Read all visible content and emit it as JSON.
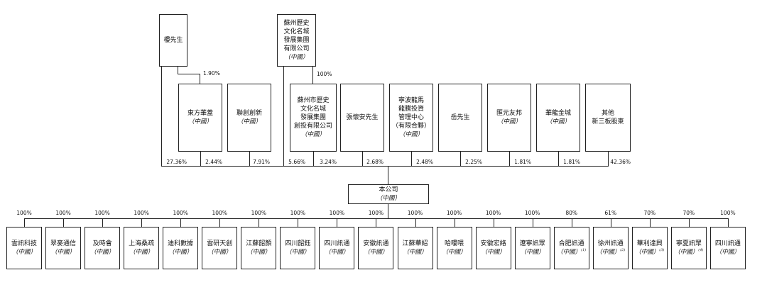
{
  "top": {
    "mr_lou": "樓先生",
    "suzhou_group": {
      "name": "蘇州歷史\n文化名城\n發展集團\n有限公司",
      "sub": "（中國）"
    }
  },
  "pct_top": {
    "mr_lou_to_dongfang": "1.90%",
    "group_to_chuangtou": "100%"
  },
  "shareholders": [
    {
      "name": "東方華蓋",
      "sub": "（中國）",
      "pct": "2.44%"
    },
    {
      "name": "聯創創新",
      "sub": "（中國）",
      "pct": "7.91%"
    },
    {
      "name": "蘇州市歷史\n文化名城\n發展集團\n創投有限公司",
      "sub": "（中國）",
      "pct": "3.24%"
    },
    {
      "name": "張懷安先生",
      "sub": "",
      "pct": "2.68%"
    },
    {
      "name": "寧波龍馬\n龍騰投資\n管理中心\n（有限合夥）",
      "sub": "（中國）",
      "pct": "2.48%"
    },
    {
      "name": "岳先生",
      "sub": "",
      "pct": "2.25%"
    },
    {
      "name": "匯元友邦",
      "sub": "（中國）",
      "pct": "1.81%"
    },
    {
      "name": "華龍金城",
      "sub": "（中國）",
      "pct": "1.81%"
    },
    {
      "name": "其他\n新三板股東",
      "sub": "",
      "pct": "42.36%"
    }
  ],
  "pct_direct": {
    "mr_lou": "27.36%",
    "suzhou_group": "5.66%"
  },
  "company": {
    "name": "本公司",
    "sub": "（中國）"
  },
  "subsidiaries": [
    {
      "name": "雲訊科技",
      "sub": "（中國）",
      "note": "",
      "pct": "100%"
    },
    {
      "name": "翠麥通信",
      "sub": "（中國）",
      "note": "",
      "pct": "100%"
    },
    {
      "name": "及時會",
      "sub": "（中國）",
      "note": "",
      "pct": "100%"
    },
    {
      "name": "上海桑疏",
      "sub": "（中國）",
      "note": "",
      "pct": "100%"
    },
    {
      "name": "迪科數據",
      "sub": "（中國）",
      "note": "",
      "pct": "100%"
    },
    {
      "name": "雲研天創",
      "sub": "（中國）",
      "note": "",
      "pct": "100%"
    },
    {
      "name": "江蘇韶顏",
      "sub": "（中國）",
      "note": "",
      "pct": "100%"
    },
    {
      "name": "四川韶鈺",
      "sub": "（中國）",
      "note": "",
      "pct": "100%"
    },
    {
      "name": "四川訊通",
      "sub": "（中國）",
      "note": "",
      "pct": "100%"
    },
    {
      "name": "安徽訊通",
      "sub": "（中國）",
      "note": "",
      "pct": "100%"
    },
    {
      "name": "江蘇華紹",
      "sub": "（中國）",
      "note": "",
      "pct": "100%"
    },
    {
      "name": "哈嘍喂",
      "sub": "（中國）",
      "note": "",
      "pct": "100%"
    },
    {
      "name": "安徽宏絡",
      "sub": "（中國）",
      "note": "",
      "pct": "100%"
    },
    {
      "name": "遼寧訊眾",
      "sub": "（中國）",
      "note": "",
      "pct": "100%"
    },
    {
      "name": "合肥訊通",
      "sub": "（中國）",
      "note": "(1)",
      "pct": "80%"
    },
    {
      "name": "徐州訊通",
      "sub": "（中國）",
      "note": "(2)",
      "pct": "61%"
    },
    {
      "name": "華利達興",
      "sub": "（中國）",
      "note": "(3)",
      "pct": "70%"
    },
    {
      "name": "寧夏訊眾",
      "sub": "（中國）",
      "note": "(4)",
      "pct": "70%"
    },
    {
      "name": "四川訊通",
      "sub": "（中國）",
      "note": "",
      "pct": "100%"
    }
  ]
}
